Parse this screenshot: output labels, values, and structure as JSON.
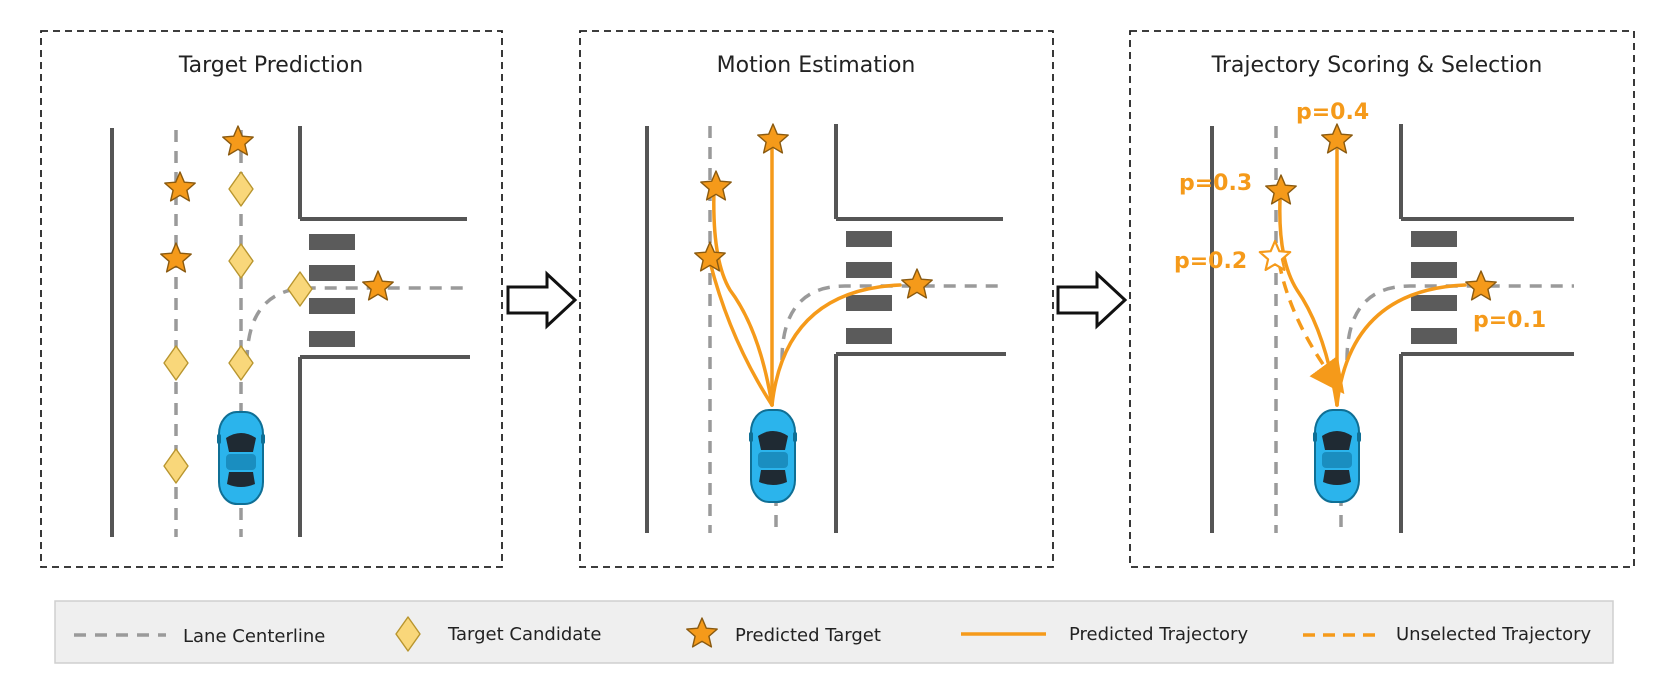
{
  "panels": [
    {
      "title": "Target Prediction"
    },
    {
      "title": "Motion Estimation"
    },
    {
      "title": "Trajectory Scoring & Selection"
    }
  ],
  "probabilities": {
    "p1": "p=0.4",
    "p2": "p=0.3",
    "p3": "p=0.2",
    "p4": "p=0.1"
  },
  "legend": {
    "lane_centerline": "Lane Centerline",
    "target_candidate": "Target Candidate",
    "predicted_target": "Predicted Target",
    "predicted_trajectory": "Predicted Trajectory",
    "unselected_trajectory": "Unselected Trajectory"
  },
  "colors": {
    "orange": "#f59a1a",
    "diamond_fill": "#f9d77a",
    "diamond_stroke": "#b8952e",
    "road": "#555555",
    "lane": "#9a9a9a",
    "car": "#2bb4ec",
    "legend_bg": "#efefef"
  },
  "icons": {
    "arrow": "right-arrow-icon",
    "car": "car-icon",
    "star": "star-icon",
    "diamond": "diamond-icon"
  }
}
